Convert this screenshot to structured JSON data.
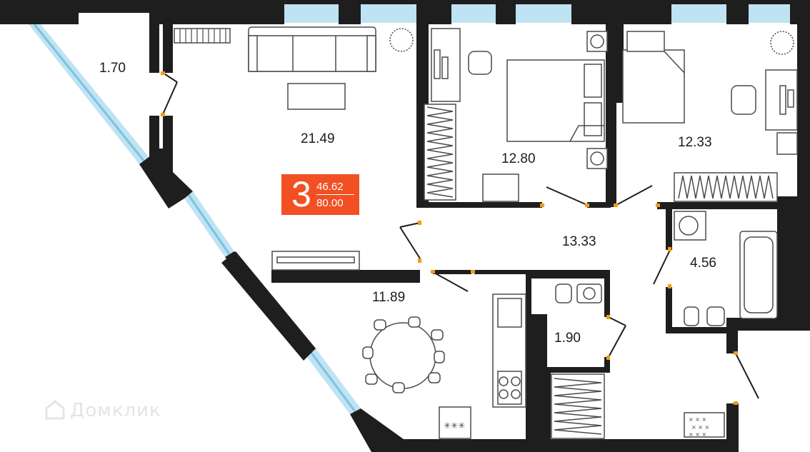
{
  "colors": {
    "wall": "#1e1e1e",
    "window": "#bfe3f2",
    "window_line": "#7cc3e0",
    "furniture": "#4a4a4a",
    "door_marker": "#f39c12",
    "accent": "#f25022"
  },
  "badge": {
    "rooms": "3",
    "living_area": "46.62",
    "total_area": "80.00"
  },
  "rooms": [
    {
      "id": "balcony",
      "area": "1.70"
    },
    {
      "id": "living-room",
      "area": "21.49"
    },
    {
      "id": "bedroom-1",
      "area": "12.80"
    },
    {
      "id": "bedroom-2",
      "area": "12.33"
    },
    {
      "id": "hallway",
      "area": "13.33"
    },
    {
      "id": "bathroom",
      "area": "4.56"
    },
    {
      "id": "kitchen",
      "area": "11.89"
    },
    {
      "id": "toilet",
      "area": "1.90"
    }
  ],
  "stove_marks": "✳✳✳",
  "watermark": "Домклик"
}
